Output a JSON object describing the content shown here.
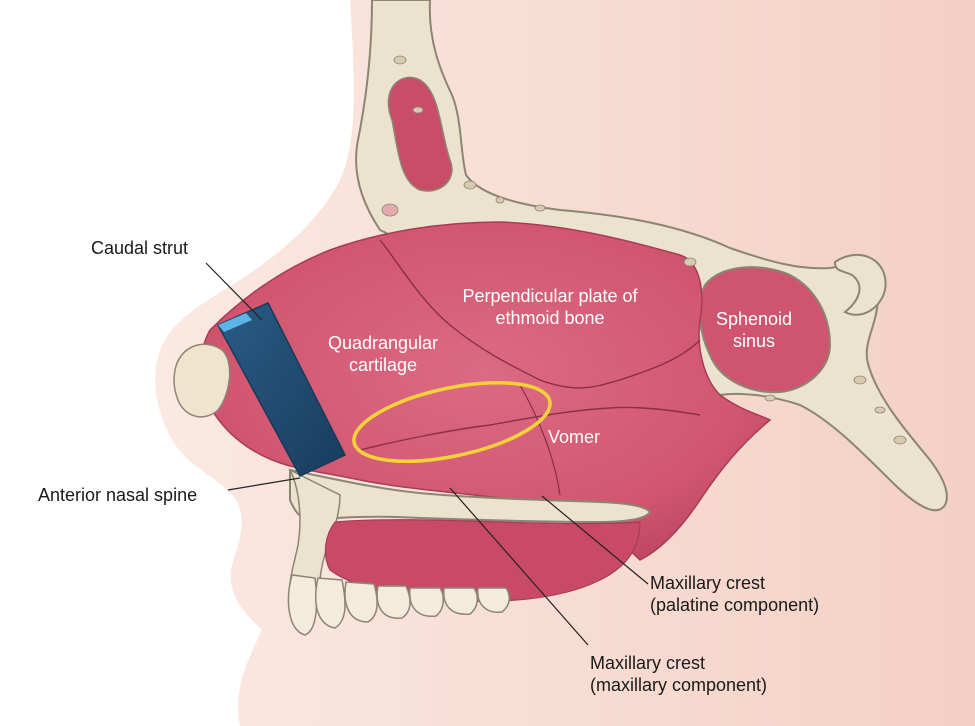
{
  "colors": {
    "skin": "#f8dfd5",
    "skin_shadow": "#f2c9bb",
    "mucosa": "#d55a74",
    "mucosa_dark": "#b94462",
    "bone": "#ece3cf",
    "bone_edge": "#8d8574",
    "strut": "#1f4d74",
    "strut_edge": "#5bb5e8",
    "ellipse": "#f4d23a",
    "label_dark": "#1a1a1a",
    "label_light": "#ffffff",
    "leader": "#222222"
  },
  "labels": {
    "caudal_strut": "Caudal strut",
    "anterior_nasal_spine": "Anterior nasal spine",
    "perpendicular_plate": [
      "Perpendicular plate of",
      "ethmoid bone"
    ],
    "quadrangular": [
      "Quadrangular",
      "cartilage"
    ],
    "sphenoid": [
      "Sphenoid",
      "sinus"
    ],
    "vomer": "Vomer",
    "maxillary_crest_palatine": [
      "Maxillary crest",
      "(palatine component)"
    ],
    "maxillary_crest_maxillary": [
      "Maxillary crest",
      "(maxillary component)"
    ]
  }
}
